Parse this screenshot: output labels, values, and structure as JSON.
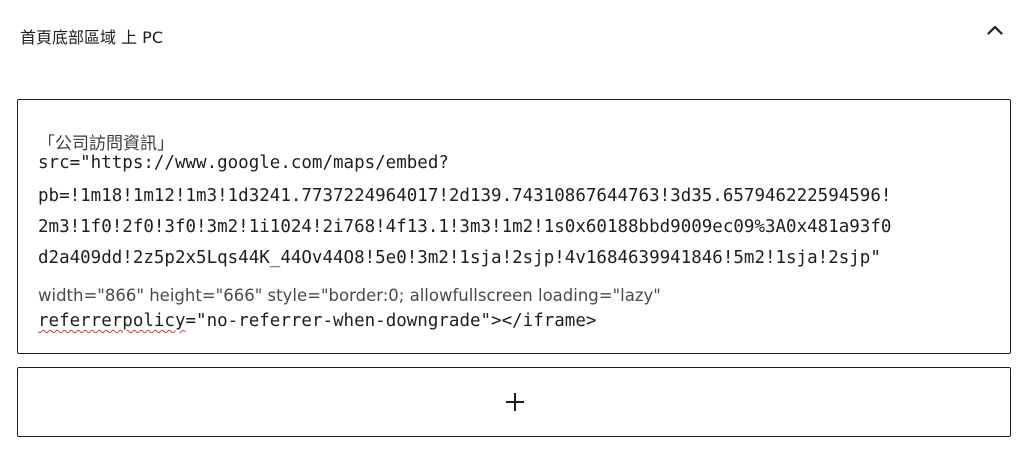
{
  "panel": {
    "title": "首頁底部區域 上 PC",
    "toggle_icon": "chevron-up-icon"
  },
  "code_block": {
    "label": "「公司訪問資訊」",
    "line_src": "src=\"https://www.google.com/maps/embed?",
    "line_pb_1": "pb=!1m18!1m12!1m3!1d3241.7737224964017!2d139.74310867644763!3d35.657946222594596!",
    "line_pb_2": "2m3!1f0!2f0!3f0!3m2!1i1024!2i768!4f13.1!3m3!1m2!1s0x60188bbd9009ec09%3A0x481a93f0",
    "line_pb_3": "d2a409dd!2z5p2x5Lqs44K_44Ov44O8!5e0!3m2!1sja!2sjp!4v1684639941846!5m2!1sja!2sjp\"",
    "line_attrs": "width=\"866\" height=\"666\" style=\"border:0; allowfullscreen loading=\"lazy\"",
    "referrer_attr": "referrerpolicy",
    "referrer_value": "=\"no-referrer-when-downgrade\"></iframe>"
  },
  "add_block": {
    "icon": "plus-icon"
  }
}
